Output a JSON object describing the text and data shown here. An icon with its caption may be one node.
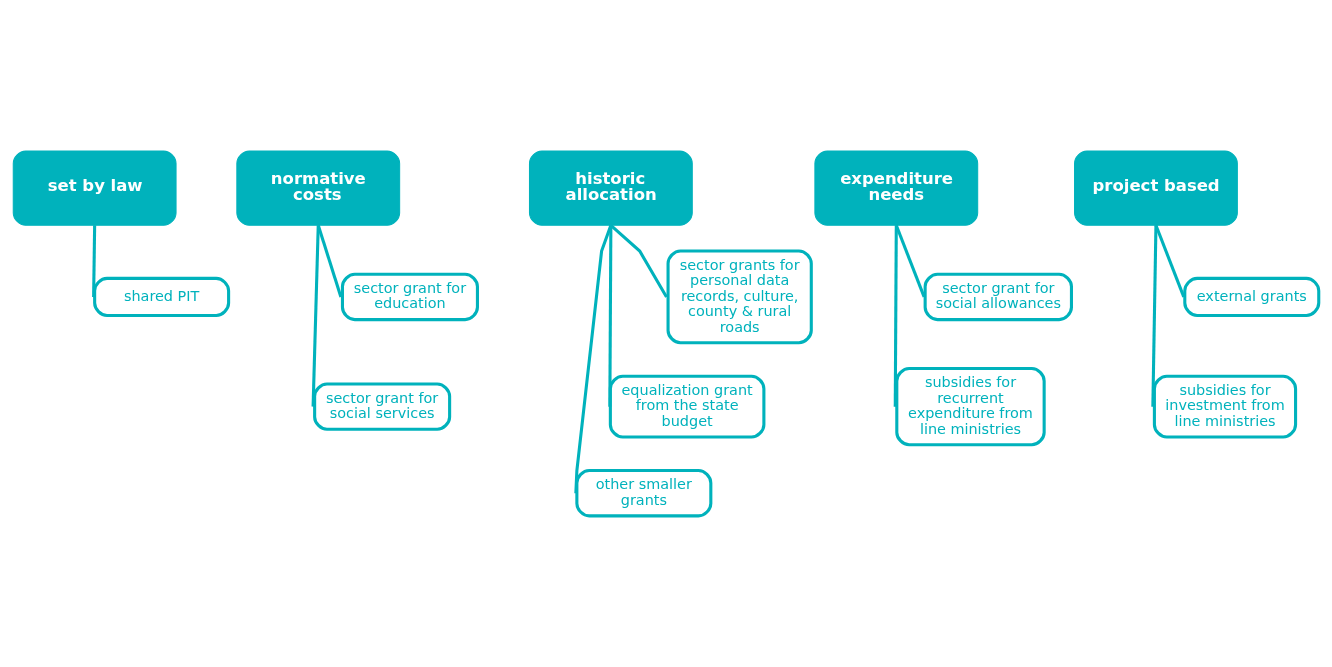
{
  "diagram": {
    "nodes": [
      {
        "text": [
          "set by law"
        ]
      },
      {
        "text": [
          "shared PIT"
        ]
      },
      {
        "text": [
          "normative costs"
        ]
      },
      {
        "text": [
          "sector grant for education"
        ]
      },
      {
        "text": [
          "sector grant for social services"
        ]
      },
      {
        "text": [
          "historic allocation"
        ]
      },
      {
        "text": [
          "sector grants for personal data records, culture, county & rural roads"
        ]
      },
      {
        "text": [
          "equalization grant from the state budget"
        ]
      },
      {
        "text": [
          "other smaller grants"
        ]
      },
      {
        "text": [
          "expenditure needs"
        ]
      },
      {
        "text": [
          "sector grant for social allowances"
        ]
      },
      {
        "text": [
          "subsidies for recurrent expenditure from line ministries"
        ]
      },
      {
        "text": [
          "project based"
        ]
      },
      {
        "text": [
          "external grants"
        ]
      },
      {
        "text": [
          "subsidies for investment from line ministries"
        ]
      }
    ],
    "edges": [
      {
        "from": 0,
        "to": 1,
        "arrow": "none"
      },
      {
        "from": 2,
        "to": 3,
        "arrow": "none"
      },
      {
        "from": 2,
        "to": 4,
        "arrow": "none"
      },
      {
        "from": 5,
        "to": 6,
        "arrow": "none"
      },
      {
        "from": 5,
        "to": 7,
        "arrow": "none"
      },
      {
        "from": 5,
        "to": 8,
        "arrow": "none"
      },
      {
        "from": 9,
        "to": 10,
        "arrow": "none"
      },
      {
        "from": 9,
        "to": 11,
        "arrow": "none"
      },
      {
        "from": 12,
        "to": 13,
        "arrow": "none"
      },
      {
        "from": 12,
        "to": 14,
        "arrow": "none"
      }
    ]
  }
}
